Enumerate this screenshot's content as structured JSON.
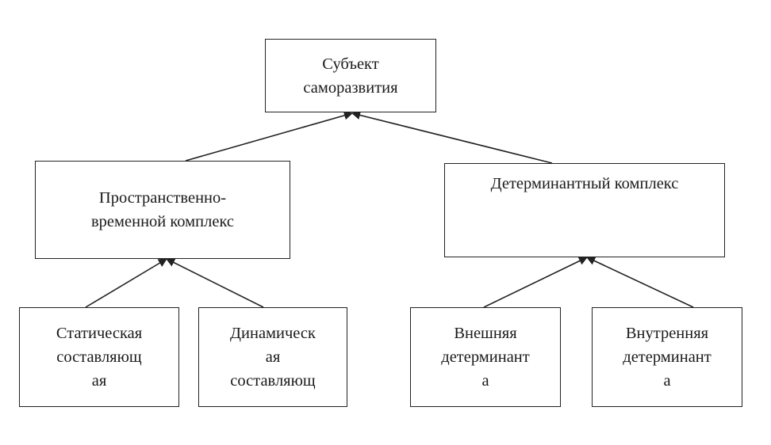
{
  "nodes": {
    "root": {
      "lines": [
        "Субъект",
        "саморазвития"
      ]
    },
    "left": {
      "lines": [
        "Пространственно-",
        "временной комплекс"
      ]
    },
    "right": {
      "lines": [
        "Детерминантный комплекс"
      ]
    },
    "static": {
      "lines": [
        "Статическая",
        "составляющ",
        "ая"
      ]
    },
    "dynamic": {
      "lines": [
        "Динамическ",
        "ая",
        "составляющ"
      ]
    },
    "external": {
      "lines": [
        "Внешняя",
        "детерминант",
        "а"
      ]
    },
    "internal": {
      "lines": [
        "Внутренняя",
        "детерминант",
        "а"
      ]
    }
  },
  "edges": [
    {
      "from": "left",
      "to": "root"
    },
    {
      "from": "right",
      "to": "root"
    },
    {
      "from": "static",
      "to": "left"
    },
    {
      "from": "dynamic",
      "to": "left"
    },
    {
      "from": "external",
      "to": "right"
    },
    {
      "from": "internal",
      "to": "right"
    }
  ]
}
